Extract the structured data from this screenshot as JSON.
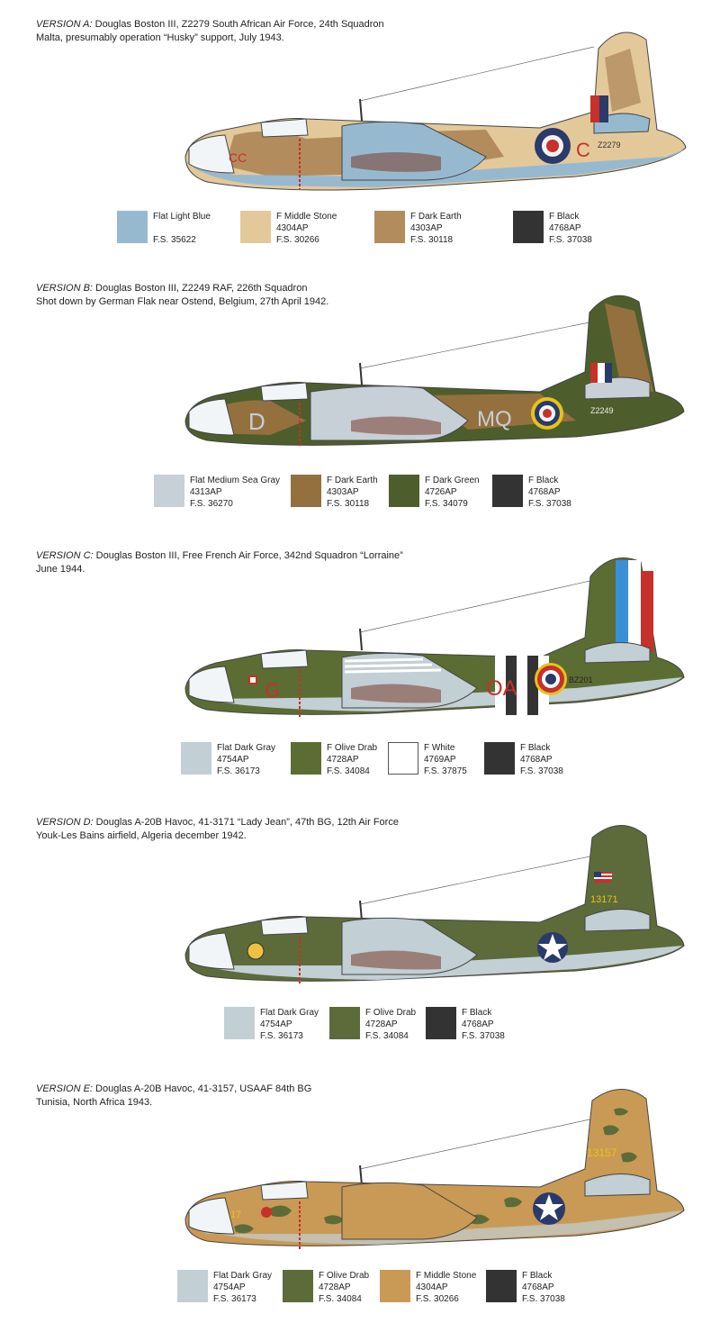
{
  "colors": {
    "flat_light_blue": "#97b9cf",
    "middle_stone": "#e3c99a",
    "dark_earth": "#b38c5e",
    "dark_earth_b": "#94703f",
    "dark_green": "#4d5e2c",
    "olive_drab": "#5d6b3a",
    "olive_drab_c": "#5c6d33",
    "medium_sea_gray": "#c6d0d6",
    "dark_gray": "#c2cfd5",
    "white": "#ffffff",
    "black": "#333333",
    "roundel_blue": "#2a3a6b",
    "roundel_red": "#c8302a",
    "yellow": "#e8c21a"
  },
  "versions": [
    {
      "label": "VERSION A:",
      "line1": " Douglas Boston III, Z2279 South African Air Force, 24th Squadron",
      "line2": "Malta, presumably operation “Husky” support, July 1943.",
      "markings": {
        "code": "CC",
        "letter": "C",
        "serial": "Z2279"
      },
      "swatches": [
        {
          "name": "Flat Light Blue",
          "code": "",
          "fs": "F.S. 35622",
          "color": "#97b9cf"
        },
        {
          "name": "F Middle Stone",
          "code": "4304AP",
          "fs": "F.S. 30266",
          "color": "#e3c99a"
        },
        {
          "name": "F Dark Earth",
          "code": "4303AP",
          "fs": "F.S. 30118",
          "color": "#b38c5e"
        },
        {
          "name": "F Black",
          "code": "4768AP",
          "fs": "F.S. 37038",
          "color": "#333333"
        }
      ]
    },
    {
      "label": "VERSION B:",
      "line1": " Douglas Boston III, Z2249 RAF, 226th Squadron",
      "line2": "Shot down by German Flak near Ostend, Belgium, 27th April 1942.",
      "markings": {
        "code": "MQ",
        "letter": "D",
        "serial": "Z2249"
      },
      "swatches": [
        {
          "name": "Flat Medium Sea Gray",
          "code": "4313AP",
          "fs": "F.S. 36270",
          "color": "#c6d0d6"
        },
        {
          "name": "F Dark Earth",
          "code": "4303AP",
          "fs": "F.S. 30118",
          "color": "#94703f"
        },
        {
          "name": "F Dark Green",
          "code": "4726AP",
          "fs": "F.S. 34079",
          "color": "#4d5e2c"
        },
        {
          "name": "F Black",
          "code": "4768AP",
          "fs": "F.S. 37038",
          "color": "#333333"
        }
      ]
    },
    {
      "label": "VERSION C:",
      "line1": " Douglas Boston III, Free French Air Force, 342nd Squadron “Lorraine”",
      "line2": " June 1944.",
      "markings": {
        "code": "OA",
        "letter": "G",
        "serial": "BZ201"
      },
      "swatches": [
        {
          "name": "Flat Dark Gray",
          "code": "4754AP",
          "fs": "F.S. 36173",
          "color": "#c2cfd5"
        },
        {
          "name": "F Olive Drab",
          "code": "4728AP",
          "fs": "F.S. 34084",
          "color": "#5c6d33"
        },
        {
          "name": "F White",
          "code": "4769AP",
          "fs": "F.S. 37875",
          "color": "#ffffff"
        },
        {
          "name": "F Black",
          "code": "4768AP",
          "fs": "F.S. 37038",
          "color": "#333333"
        }
      ]
    },
    {
      "label": "VERSION D:",
      "line1": " Douglas A-20B Havoc, 41-3171 “Lady Jean”,   47th BG, 12th Air Force",
      "line2": "Youk-Les Bains airfield, Algeria december 1942.",
      "markings": {
        "code": "",
        "letter": "",
        "serial": "13171"
      },
      "swatches": [
        {
          "name": "Flat Dark Gray",
          "code": "4754AP",
          "fs": "F.S. 36173",
          "color": "#c2cfd5"
        },
        {
          "name": "F Olive Drab",
          "code": "4728AP",
          "fs": "F.S. 34084",
          "color": "#5d6b3a"
        },
        {
          "name": "F Black",
          "code": "4768AP",
          "fs": "F.S. 37038",
          "color": "#333333"
        }
      ]
    },
    {
      "label": "VERSION E:",
      "line1": " Douglas A-20B Havoc, 41-3157, USAAF 84th BG",
      "line2": "Tunisia, North Africa 1943.",
      "markings": {
        "code": "17",
        "letter": "",
        "serial": "13157"
      },
      "swatches": [
        {
          "name": "Flat Dark Gray",
          "code": "4754AP",
          "fs": "F.S. 36173",
          "color": "#c2cfd5"
        },
        {
          "name": "F Olive Drab",
          "code": "4728AP",
          "fs": "F.S. 34084",
          "color": "#5d6b3a"
        },
        {
          "name": "F Middle Stone",
          "code": "4304AP",
          "fs": "F.S. 30266",
          "color": "#c99a55"
        },
        {
          "name": "F Black",
          "code": "4768AP",
          "fs": "F.S. 37038",
          "color": "#333333"
        }
      ]
    }
  ]
}
